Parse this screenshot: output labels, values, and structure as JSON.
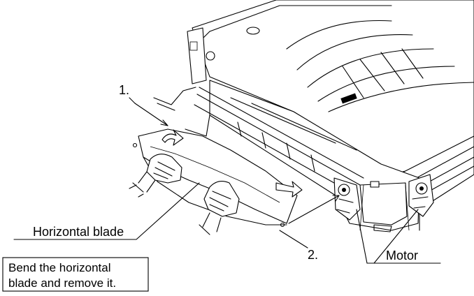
{
  "labels": {
    "step1": "1.",
    "step2": "2.",
    "horizontal_blade": "Horizontal blade",
    "motor": "Motor"
  },
  "note": {
    "line1": "Bend the horizontal",
    "line2": "blade and remove it."
  }
}
